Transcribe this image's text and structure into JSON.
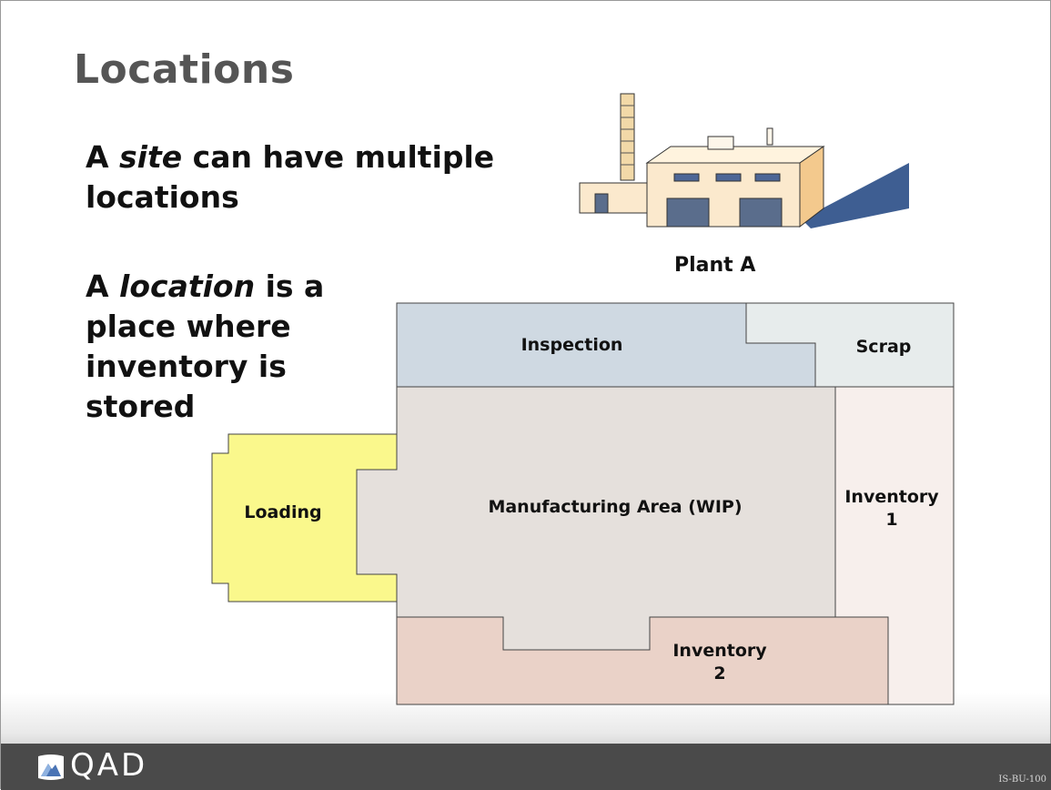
{
  "slide": {
    "title": "Locations",
    "bullet1": {
      "before": "A ",
      "emphasis": "site",
      "after": " can have multiple locations"
    },
    "bullet2": {
      "before": "A ",
      "emphasis": "location",
      "after": " is a place where inventory is stored"
    }
  },
  "plant": {
    "label": "Plant A"
  },
  "regions": {
    "inspection": "Inspection",
    "scrap": "Scrap",
    "loading": "Loading",
    "manufacturing": "Manufacturing Area (WIP)",
    "inventory1_line1": "Inventory",
    "inventory1_line2": "1",
    "inventory2_line1": "Inventory",
    "inventory2_line2": "2"
  },
  "colors": {
    "inspection": "#cfd9e2",
    "scrap": "#e7ecec",
    "loading": "#faf88c",
    "manufacturing": "#e5e0dc",
    "inventory1": "#f7efec",
    "inventory2": "#ead2c8",
    "plant_wall": "#fbe9cd",
    "plant_shadow": "#3e5e92",
    "footer": "#4a4a4a"
  },
  "footer": {
    "logo_text": "QAD",
    "logo_icon": "qad-logo-icon",
    "slide_code": "IS-BU-100"
  }
}
